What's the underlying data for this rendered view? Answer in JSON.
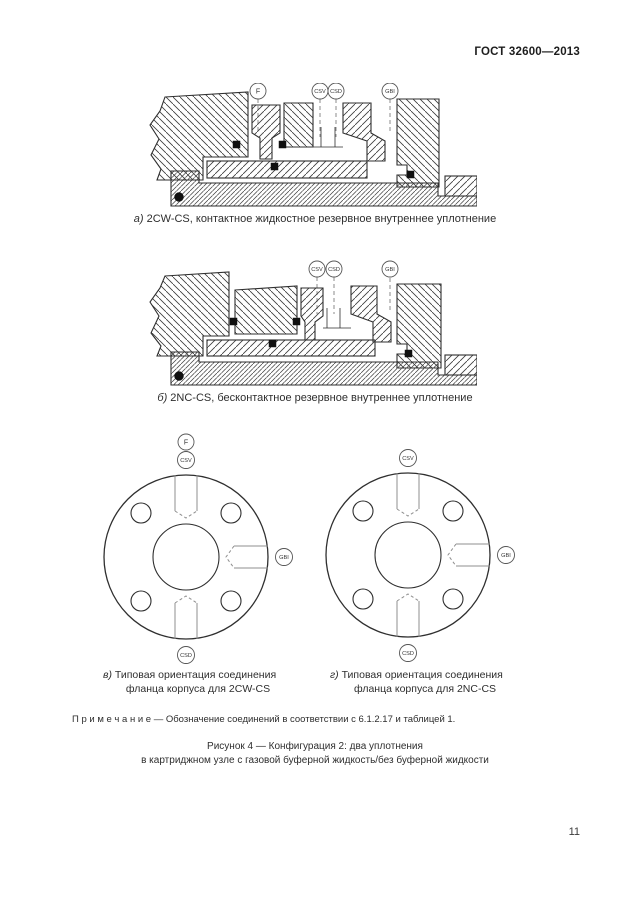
{
  "page": {
    "header": "ГОСТ 32600—2013",
    "number": "11"
  },
  "port_labels": {
    "f": "F",
    "csv": "CSV",
    "csd": "CSD",
    "gbi": "GBI"
  },
  "figures": {
    "a": {
      "prefix": "а)",
      "caption": "2CW-CS, контактное жидкостное резервное внутреннее уплотнение"
    },
    "b": {
      "prefix": "б)",
      "caption": "2NC-CS, бесконтактное резервное внутреннее уплотнение"
    },
    "v": {
      "prefix": "в)",
      "caption_line1": "Типовая ориентация соединения",
      "caption_line2": "фланца корпуса для 2CW-CS"
    },
    "g": {
      "prefix": "г)",
      "caption_line1": "Типовая ориентация соединения",
      "caption_line2": "фланца корпуса для 2NC-CS"
    }
  },
  "note": {
    "label": "П р и м е ч а н и е",
    "text": "— Обозначение соединений в соответствии с 6.1.2.17 и таблицей 1."
  },
  "figure_caption": {
    "line1": "Рисунок 4 — Конфигурация 2: два уплотнения",
    "line2": "в картриджном узле с газовой буферной жидкость/без буферной жидкости"
  }
}
